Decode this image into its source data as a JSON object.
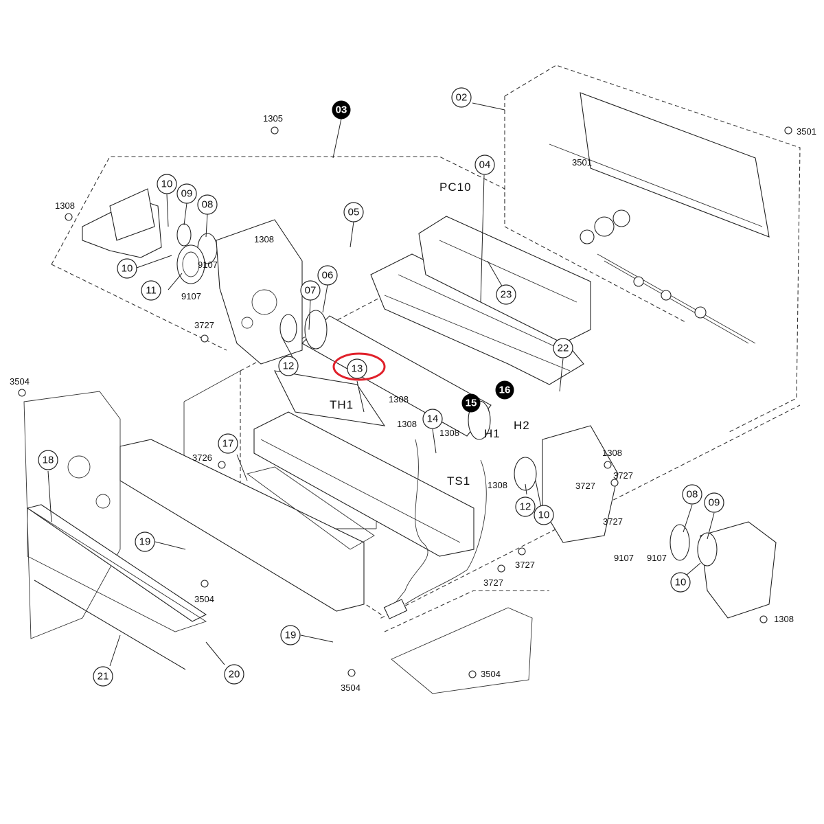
{
  "diagram": {
    "callouts": [
      "02",
      "03",
      "04",
      "05",
      "06",
      "07",
      "08",
      "09",
      "10",
      "11",
      "12",
      "13",
      "14",
      "15",
      "16",
      "17",
      "18",
      "19",
      "20",
      "21",
      "22",
      "23"
    ],
    "solid_callouts": [
      "03",
      "15",
      "16"
    ],
    "highlighted_callout": "13",
    "highlight_color": "#e0202a",
    "screw_labels": [
      "1305",
      "1308",
      "3501",
      "3504",
      "3726",
      "3727",
      "9107"
    ],
    "signal_labels": [
      "PC10",
      "TH1",
      "H1",
      "H2",
      "TS1"
    ]
  }
}
